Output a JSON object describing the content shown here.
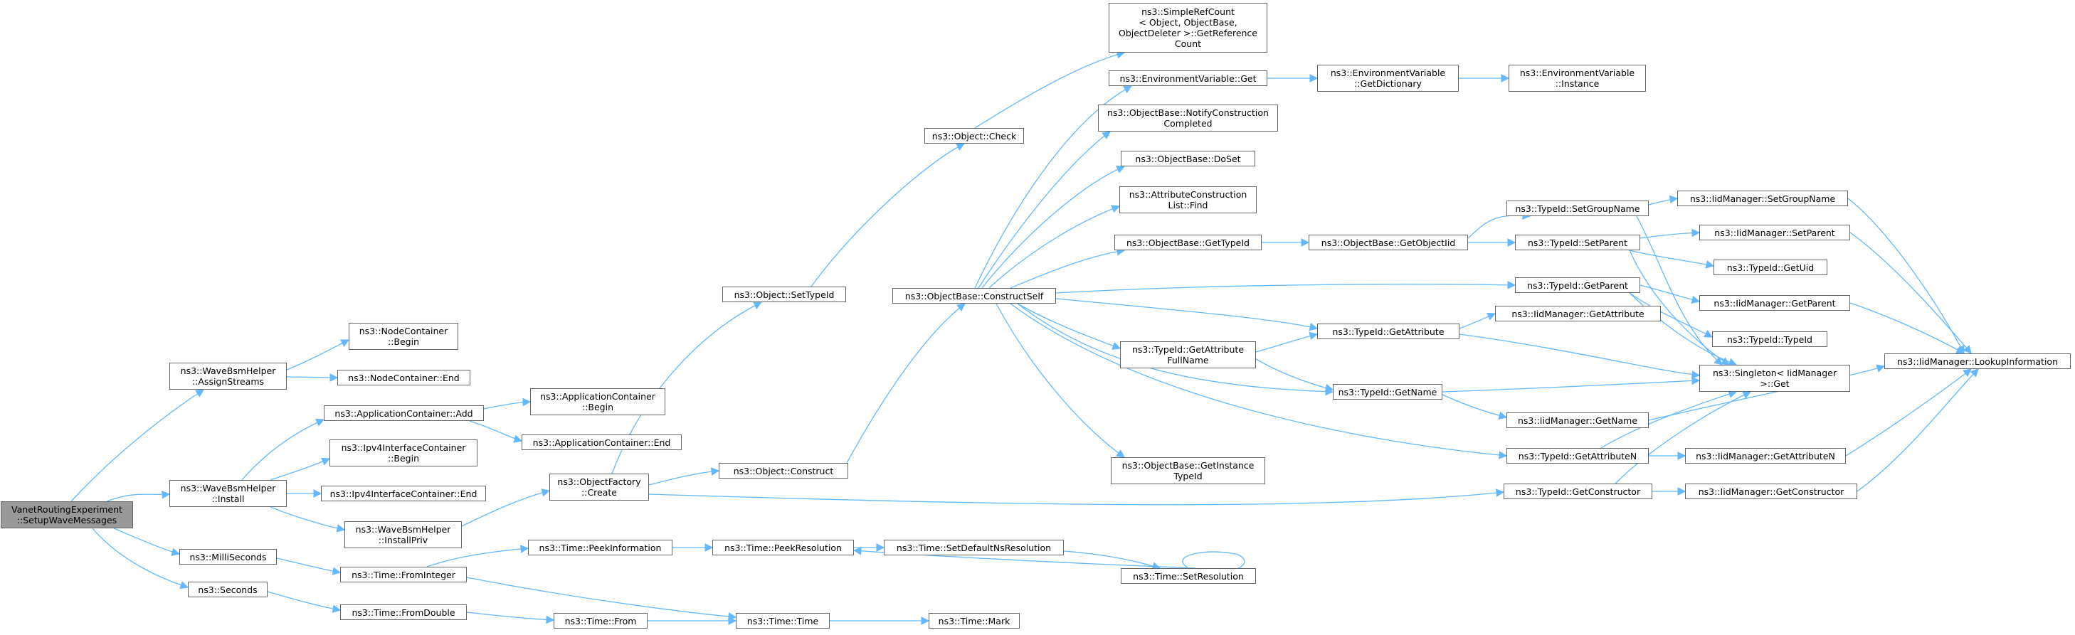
{
  "colors": {
    "edge": "#63b8ff",
    "node_border": "#666666",
    "root_fill": "#999999",
    "node_fill": "#ffffff"
  },
  "nodes": {
    "root": "VanetRoutingExperiment\n::SetupWaveMessages",
    "assign_streams": "ns3::WaveBsmHelper\n::AssignStreams",
    "install": "ns3::WaveBsmHelper\n::Install",
    "milliseconds": "ns3::MilliSeconds",
    "seconds": "ns3::Seconds",
    "nodecontainer_begin": "ns3::NodeContainer\n::Begin",
    "nodecontainer_end": "ns3::NodeContainer::End",
    "appcontainer_add": "ns3::ApplicationContainer::Add",
    "ipv4_begin": "ns3::Ipv4InterfaceContainer\n::Begin",
    "ipv4_end": "ns3::Ipv4InterfaceContainer::End",
    "install_priv": "ns3::WaveBsmHelper\n::InstallPriv",
    "from_integer": "ns3::Time::FromInteger",
    "from_double": "ns3::Time::FromDouble",
    "appcontainer_begin": "ns3::ApplicationContainer\n::Begin",
    "appcontainer_end": "ns3::ApplicationContainer::End",
    "objectfactory_create": "ns3::ObjectFactory\n::Create",
    "peek_information": "ns3::Time::PeekInformation",
    "time_from": "ns3::Time::From",
    "object_settypeid": "ns3::Object::SetTypeId",
    "object_construct": "ns3::Object::Construct",
    "peek_resolution": "ns3::Time::PeekResolution",
    "time_time": "ns3::Time::Time",
    "object_check": "ns3::Object::Check",
    "constructself": "ns3::ObjectBase::ConstructSelf",
    "set_default_ns_resolution": "ns3::Time::SetDefaultNsResolution",
    "time_mark": "ns3::Time::Mark",
    "simplerefcount": "ns3::SimpleRefCount\n< Object, ObjectBase,\nObjectDeleter >::GetReference\nCount",
    "envvar_get": "ns3::EnvironmentVariable::Get",
    "notify_construction": "ns3::ObjectBase::NotifyConstruction\nCompleted",
    "doset": "ns3::ObjectBase::DoSet",
    "attr_list_find": "ns3::AttributeConstruction\nList::Find",
    "objectbase_gettypeid": "ns3::ObjectBase::GetTypeId",
    "typeid_get_attr_fullname": "ns3::TypeId::GetAttribute\nFullName",
    "get_instance_typeid": "ns3::ObjectBase::GetInstance\nTypeId",
    "set_resolution": "ns3::Time::SetResolution",
    "envvar_get_dictionary": "ns3::EnvironmentVariable\n::GetDictionary",
    "get_object_iid": "ns3::ObjectBase::GetObjectIid",
    "typeid_get_attribute": "ns3::TypeId::GetAttribute",
    "typeid_get_name": "ns3::TypeId::GetName",
    "envvar_instance": "ns3::EnvironmentVariable\n::Instance",
    "typeid_set_group_name": "ns3::TypeId::SetGroupName",
    "typeid_set_parent": "ns3::TypeId::SetParent",
    "typeid_get_parent": "ns3::TypeId::GetParent",
    "typeid_get_attribute_n": "ns3::TypeId::GetAttributeN",
    "typeid_get_constructor": "ns3::TypeId::GetConstructor",
    "iid_get_attribute": "ns3::IidManager::GetAttribute",
    "iid_get_name": "ns3::IidManager::GetName",
    "iid_set_group_name": "ns3::IidManager::SetGroupName",
    "iid_set_parent": "ns3::IidManager::SetParent",
    "typeid_get_uid": "ns3::TypeId::GetUid",
    "iid_get_parent": "ns3::IidManager::GetParent",
    "typeid_typeid": "ns3::TypeId::TypeId",
    "singleton_get": "ns3::Singleton< IidManager\n>::Get",
    "iid_get_attribute_n": "ns3::IidManager::GetAttributeN",
    "iid_get_constructor": "ns3::IidManager::GetConstructor",
    "iid_lookup_information": "ns3::IidManager::LookupInformation"
  }
}
